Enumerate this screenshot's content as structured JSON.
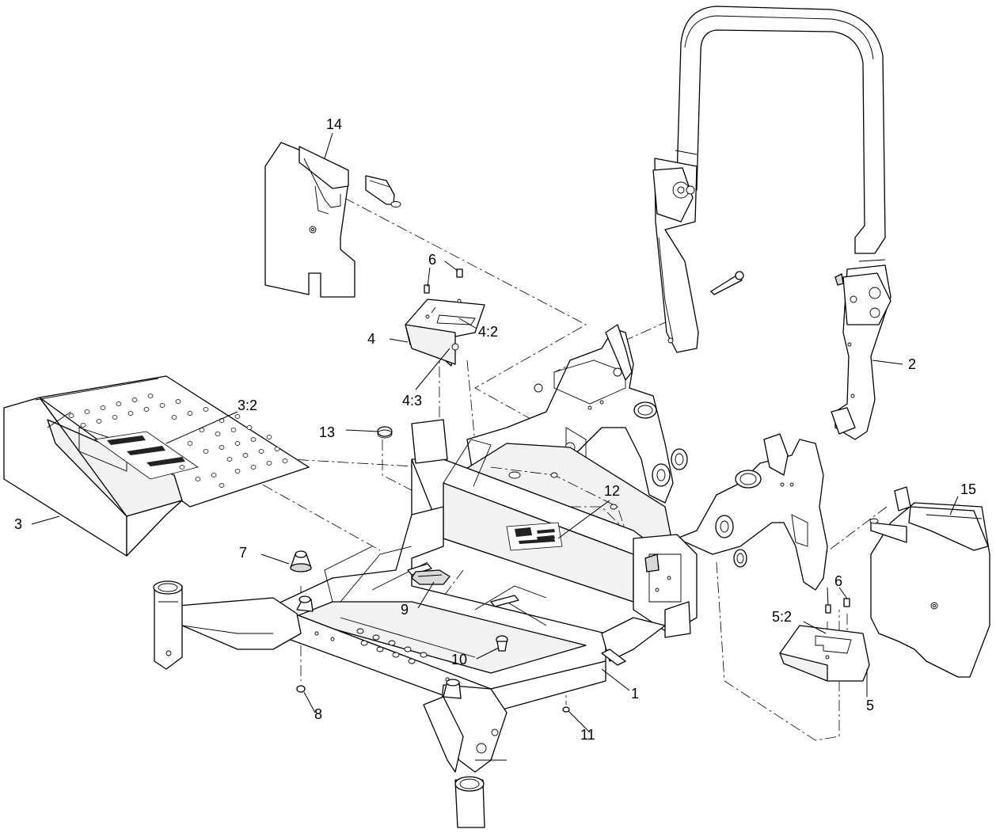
{
  "diagram": {
    "callouts": {
      "c1": "1",
      "c2": "2",
      "c3": "3",
      "c3_2": "3:2",
      "c4": "4",
      "c4_2": "4:2",
      "c4_3": "4:3",
      "c5": "5",
      "c5_2": "5:2",
      "c6a": "6",
      "c6b": "6",
      "c7": "7",
      "c8": "8",
      "c9": "9",
      "c10": "10",
      "c11": "11",
      "c12": "12",
      "c13": "13",
      "c14": "14",
      "c15": "15"
    }
  }
}
